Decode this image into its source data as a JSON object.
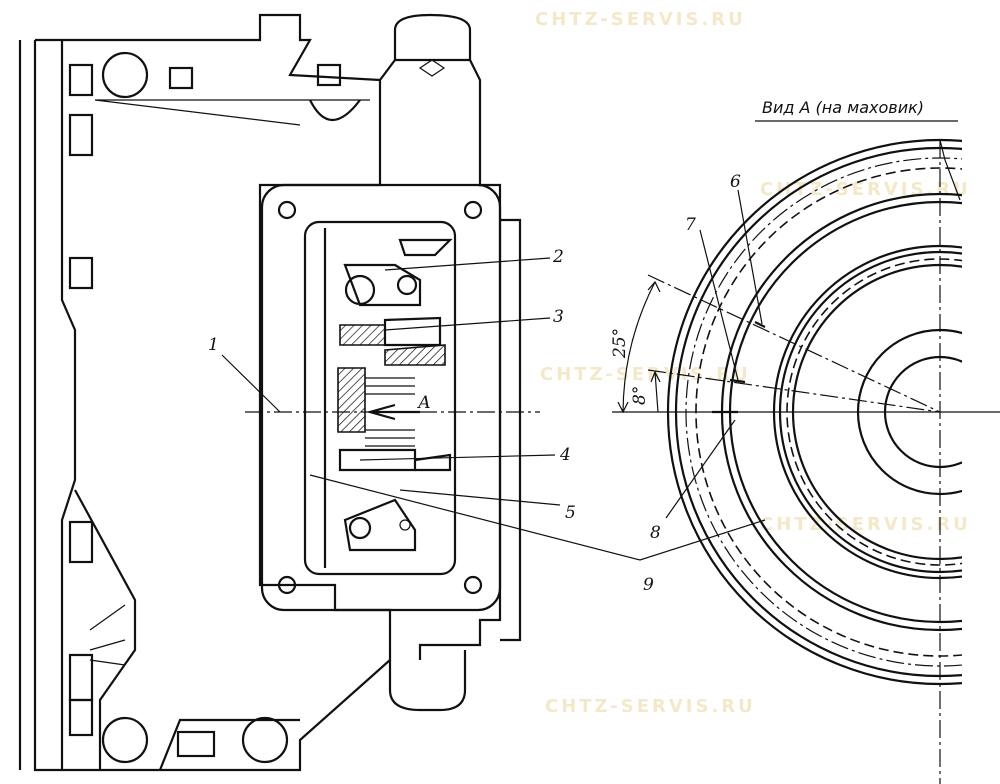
{
  "view_title": "Вид А (на маховик)",
  "section_marker": "А",
  "angles": {
    "large": "25°",
    "small": "8°"
  },
  "callouts": [
    "1",
    "2",
    "3",
    "4",
    "5",
    "6",
    "7",
    "8",
    "9"
  ],
  "watermark": "CHTZ-SERVIS.RU",
  "colors": {
    "line": "#111111",
    "watermark": "#f3e9c8"
  }
}
